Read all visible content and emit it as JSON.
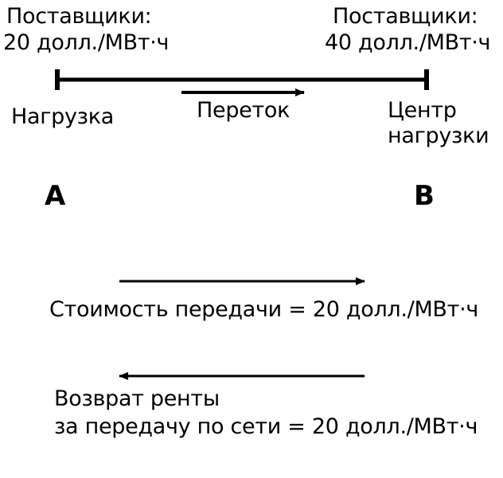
{
  "node_a": {
    "suppliers_label": "Поставщики:",
    "price": "20 долл./МВт·ч",
    "role": "Нагрузка",
    "name": "A"
  },
  "node_b": {
    "suppliers_label": "Поставщики:",
    "price": "40 долл./МВт·ч",
    "role_line1": "Центр",
    "role_line2": "нагрузки",
    "name": "B"
  },
  "line": {
    "flow_label": "Переток"
  },
  "legend": {
    "transmission_cost": "Стоимость передачи = 20 долл./МВт·ч",
    "rent_line1": "Возврат ренты",
    "rent_line2": "за передачу по сети = 20 долл./МВт·ч"
  }
}
